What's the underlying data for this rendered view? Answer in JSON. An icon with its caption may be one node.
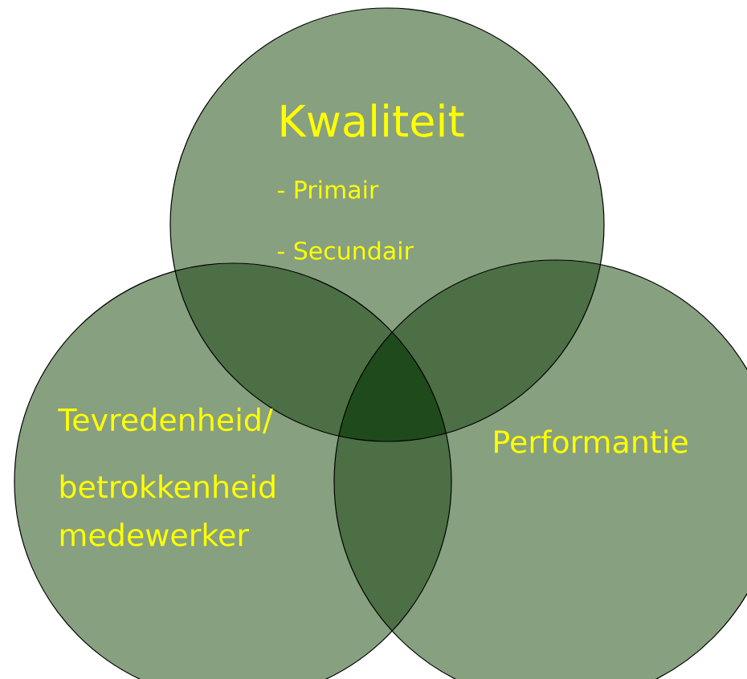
{
  "diagram": {
    "nodes": [
      {
        "text": [
          "Kwaliteit",
          "- Primair",
          "- Secundair"
        ]
      },
      {
        "text": [
          "Tevredenheid/",
          "betrokkenheid medewerker"
        ]
      },
      {
        "text": [
          "Performantie"
        ]
      }
    ]
  }
}
